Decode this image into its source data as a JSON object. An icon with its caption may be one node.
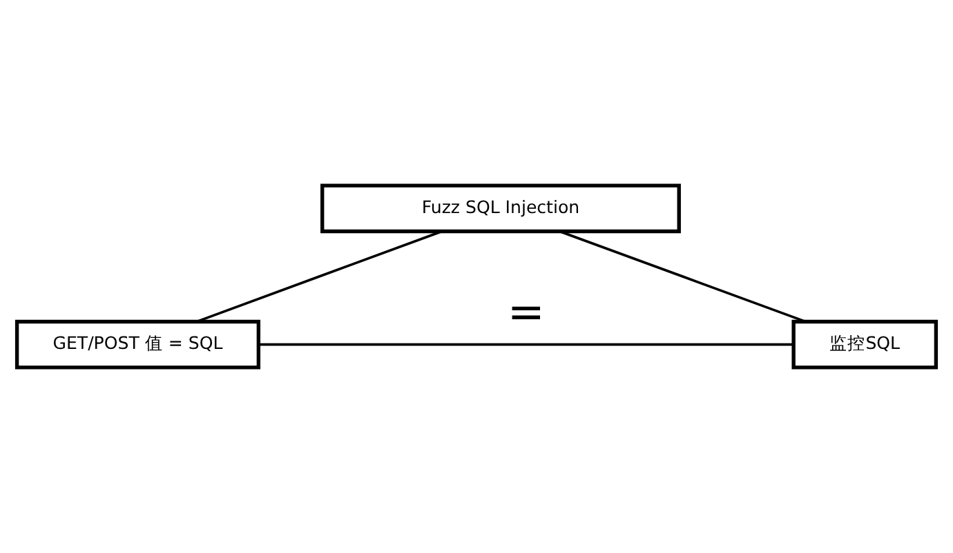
{
  "diagram": {
    "nodes": [
      {
        "text": [
          "Fuzz SQL Injection"
        ]
      },
      {
        "text": [
          "GET/POST 值 = SQL"
        ]
      },
      {
        "text": [
          "监控SQL"
        ]
      }
    ],
    "edges": [
      {
        "from": 0,
        "to": 1,
        "arrow": "none"
      },
      {
        "from": 0,
        "to": 2,
        "arrow": "none"
      },
      {
        "from": 1,
        "to": 2,
        "arrow": "none",
        "label": "="
      }
    ]
  }
}
